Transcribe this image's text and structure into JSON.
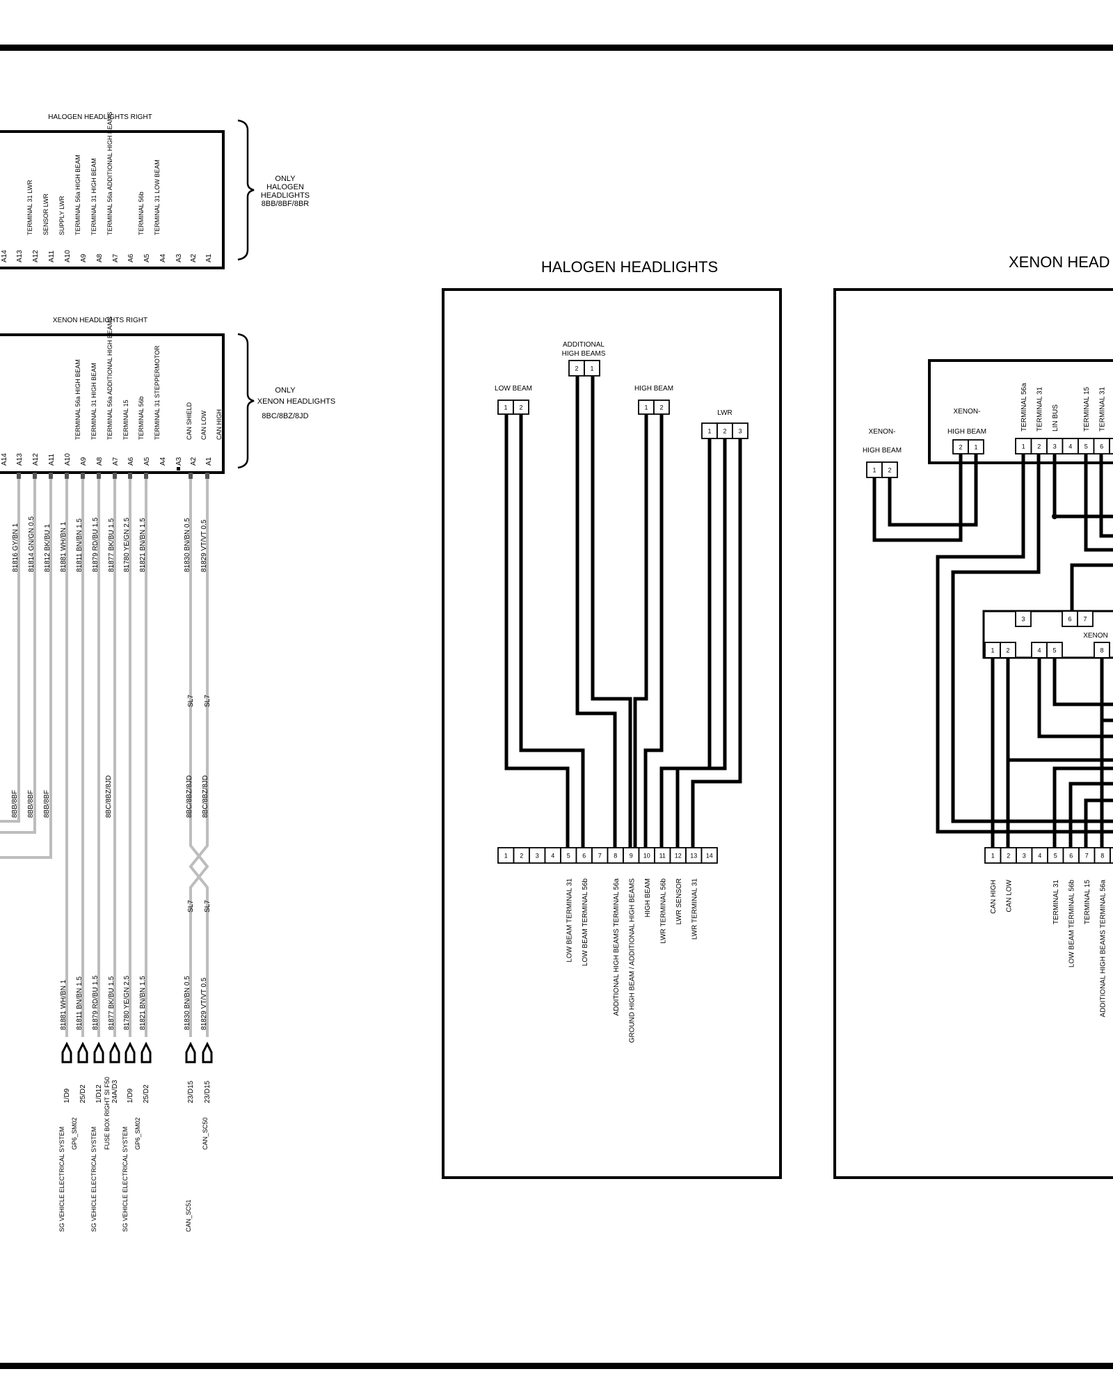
{
  "halogen_right": {
    "title": "HALOGEN   HEADLIGHTS RIGHT",
    "pin_ids": [
      "A14",
      "A13",
      "A12",
      "A11",
      "A10",
      "A9",
      "A8",
      "A7",
      "A6",
      "A5",
      "A4",
      "A3",
      "A2",
      "A1"
    ],
    "pin_labels": [
      "",
      "TERMINAL 31 LWR",
      "SENSOR LWR",
      "SUPPLY LWR",
      "TERMINAL 56a HIGH BEAM",
      "TERMINAL 31 HIGH BEAM",
      "TERMINAL 56a ADDITIONAL HIGH BEAMS",
      "",
      "TERMINAL 56b",
      "TERMINAL 31 LOW BEAM",
      "",
      "",
      "",
      ""
    ],
    "note": [
      "ONLY",
      "HALOGEN",
      "HEADLIGHTS",
      "8BB/8BF/8BR"
    ]
  },
  "xenon_right": {
    "title": "XENON HEADLIGHTS RIGHT",
    "pin_ids": [
      "A14",
      "A13",
      "A12",
      "A11",
      "A10",
      "A9",
      "A8",
      "A7",
      "A6",
      "A5",
      "A4",
      "A3",
      "A2",
      "A1"
    ],
    "pin_labels": [
      "",
      "",
      "",
      "",
      "TERMINAL 56a HIGH BEAM",
      "TERMINAL 31 HIGH BEAM",
      "TERMINAL 56a ADDITIONAL HIGH BEAMS",
      "TERMINAL 15",
      "TERMINAL 56b",
      "TERMINAL 31 STEPPERMOTOR",
      "",
      "CAN SHIELD",
      "CAN LOW",
      "CAN HIGH"
    ],
    "note": [
      "ONLY",
      "XENON HEADLIGHTS",
      "8BC/8BZ/8JD"
    ]
  },
  "wires": {
    "upper": [
      "81816 GY/BN 1",
      "81814 GN/GN 0.5",
      "81812 BK/BU 1",
      "81881 WH/BN 1",
      "81811 BN/BN 1.5",
      "81879 RD/BU 1.5",
      "81877 BK/BU 1.5",
      "81780 YE/GN 2.5",
      "81821 BN/BN 1.5",
      "81830 BN/BN 0.5",
      "81829 VT/VT 0.5"
    ],
    "lower": [
      "81881 WH/BN 1",
      "81811 BN/BN 1.5",
      "81879 RD/BU 1.5",
      "81877 BK/BU 1.5",
      "81780 YE/GN 2.5",
      "81821 BN/BN 1.5",
      "81830 BN/BN 0.5",
      "81829 VT/VT 0.5"
    ],
    "splice": "SL7",
    "options": [
      "8BB/8BF",
      "8BB/8BF",
      "8BB/8BF",
      "8BC/8BZ/8JD",
      "8BC/8BZ/8JD",
      "8BC/8BZ/8JD"
    ],
    "dest_codes": [
      "1/D9",
      "25/D2",
      "1/D12",
      "24A/D3",
      "1/D9",
      "25/D2",
      "23/D15",
      "23/D15"
    ],
    "dest_names": [
      "SG VEHICLE ELECTRICAL SYSTEM",
      "GP6_SM02",
      "SG VEHICLE ELECTRICAL SYSTEM",
      "FUSE BOX RIGHT SI F50",
      "SG VEHICLE ELECTRICAL SYSTEM",
      "GP6_SM02",
      "CAN_SC51",
      "CAN_SC50"
    ]
  },
  "halogen_panel": {
    "title": "HALOGEN HEADLIGHTS",
    "low_beam": "LOW BEAM",
    "additional": [
      "ADDITIONAL",
      "HIGH BEAMS"
    ],
    "high_beam": "HIGH BEAM",
    "lwr": "LWR",
    "bottom_pins": [
      "1",
      "2",
      "3",
      "4",
      "5",
      "6",
      "7",
      "8",
      "9",
      "10",
      "11",
      "12",
      "13",
      "14"
    ],
    "bottom_labels": [
      "",
      "",
      "",
      "",
      "LOW BEAM TERMINAL 31",
      "LOW BEAM TERMINAL 56b",
      "",
      "ADDITIONAL HIGH BEAMS TERMINAL 56a",
      "GROUND HIGH BEAM / ADDITIONAL HIGH BEAMS",
      "HIGH BEAM",
      "LWR TERMINAL 56b",
      "LWR SENSOR",
      "LWR TERMINAL 31",
      ""
    ]
  },
  "xenon_panel": {
    "title": "XENON HEAD",
    "xenon_high_beam_a": [
      "XENON-",
      "HIGH BEAM"
    ],
    "xenon_high_beam_b": [
      "XENON-",
      "HIGH BEAM"
    ],
    "upper_pin_labels": [
      "TERMINAL 56a",
      "TERMINAL 31",
      "LIN BUS",
      "",
      "TERMINAL 15",
      "TERMINAL 31"
    ],
    "mid_label": "XENON",
    "bottom_labels": [
      "CAN HIGH",
      "CAN LOW",
      "",
      "",
      "TERMINAL 31",
      "LOW BEAM TERMINAL 56b",
      "TERMINAL 15",
      "ADDITIONAL HIGH BEAMS TERMINAL 56a"
    ]
  }
}
